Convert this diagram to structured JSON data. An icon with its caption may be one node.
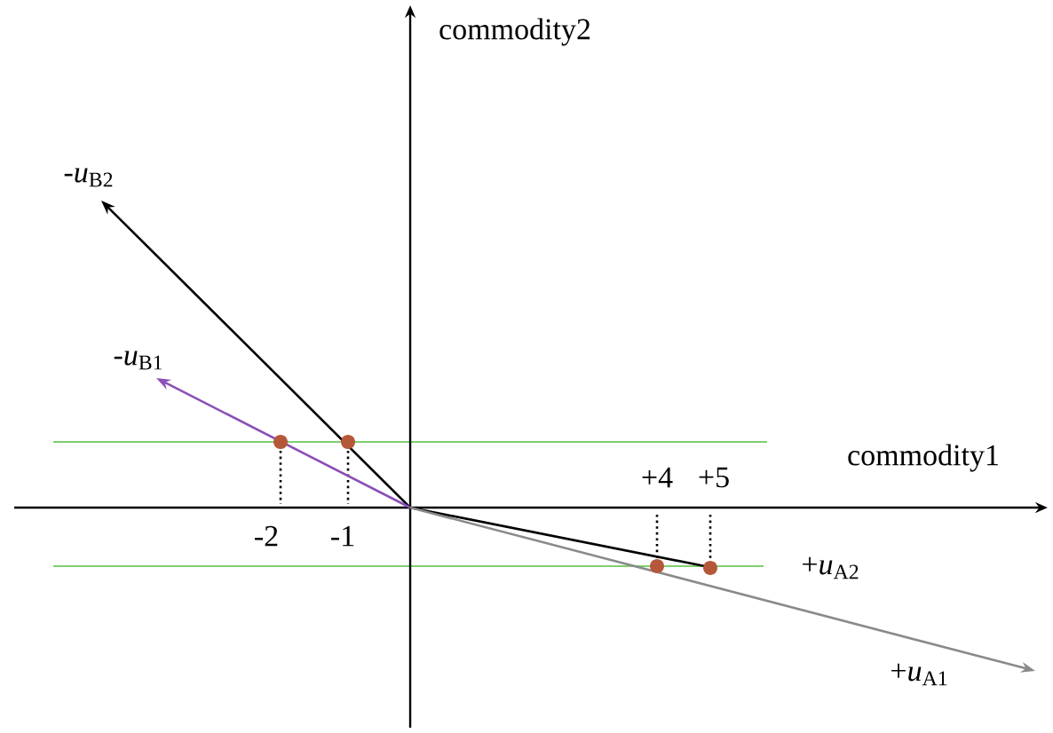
{
  "diagram": {
    "labels": [
      "commodity2",
      "-*u*$_{B2}$",
      "-*u*$_{B1}$",
      "commodity1",
      "+4",
      "+5",
      "-2",
      "-1",
      "+*u*$_{A2}$",
      "+*u*$_{A1}$"
    ]
  }
}
